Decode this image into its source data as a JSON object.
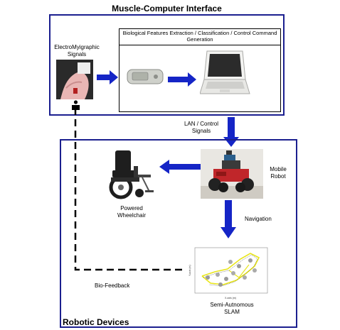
{
  "top_title": "Muscle-Computer Interface",
  "emg_label": "ElectroMyigraphic\nSignals",
  "processing_header": "Biological Features Extraction / Classification / Control Command\nGeneration",
  "lan_label": "LAN / Control\nSignals",
  "mobile_robot_label": "Mobile\nRobot",
  "wheelchair_label": "Powered\nWheelchair",
  "navigation_label": "Navigation",
  "biofeedback_label": "Bio-Feedback",
  "slam_label": "Semi-Autnomous\nSLAM",
  "bottom_title": "Robotic Devices",
  "slam_plot": {
    "xlabel": "X-axis (m)",
    "ylabel": "Y-axis (m)"
  },
  "colors": {
    "border": "#1b1f8f",
    "arrow": "#1525c6",
    "dashed": "#000000",
    "robot_body": "#c0262a"
  }
}
